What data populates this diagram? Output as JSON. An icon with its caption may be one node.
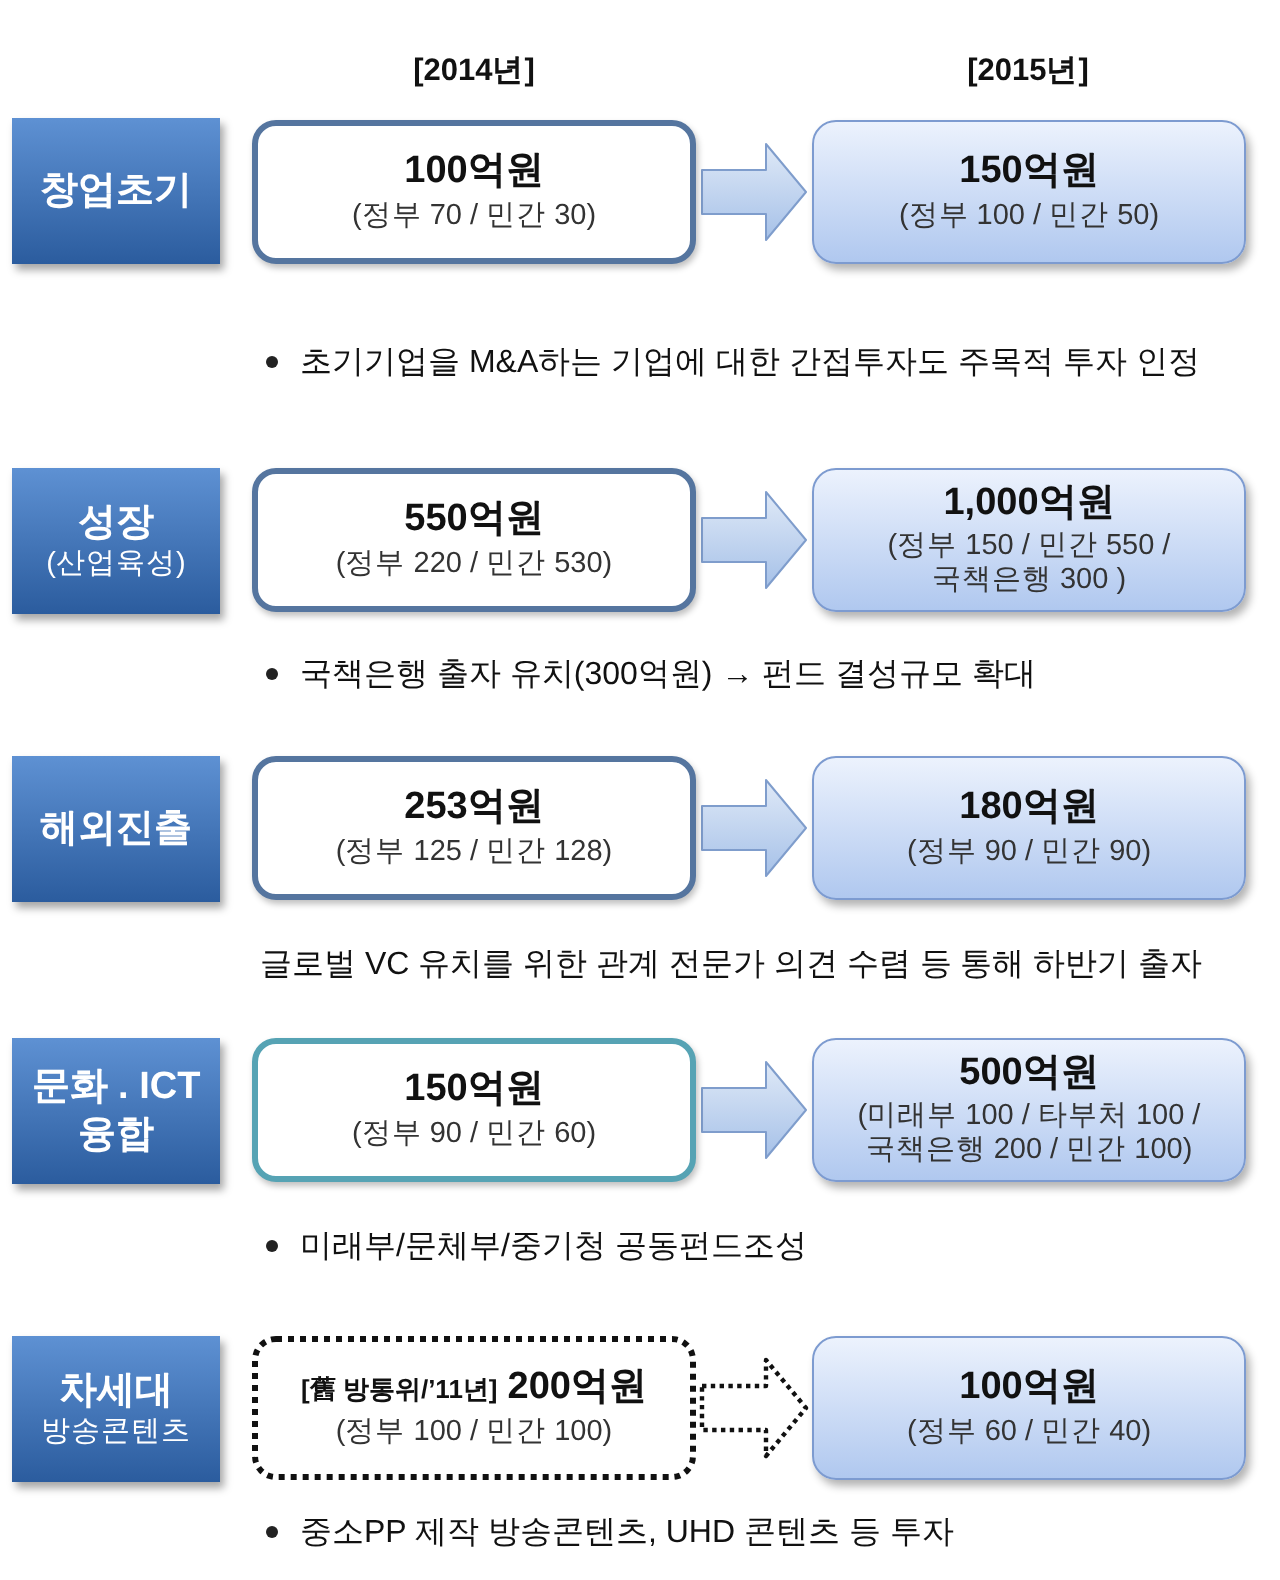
{
  "diagram": {
    "nodes": [
      {
        "text": [
          "창업초기"
        ]
      },
      {
        "text": [
          "100억원",
          "(정부 70 / 민간 30)"
        ]
      },
      {
        "text": [
          "150억원",
          "(정부 100 / 민간 50)"
        ]
      },
      {
        "text": [
          "성장",
          "(산업육성)"
        ]
      },
      {
        "text": [
          "550억원",
          "(정부 220 / 민간 530)"
        ]
      },
      {
        "text": [
          "1,000억원",
          "(정부 150 / 민간 550 / 국책은행 300 )"
        ]
      },
      {
        "text": [
          "해외진출"
        ]
      },
      {
        "text": [
          "253억원",
          "(정부 125 / 민간 128)"
        ]
      },
      {
        "text": [
          "180억원",
          "(정부 90 / 민간 90)"
        ]
      },
      {
        "text": [
          "문화 . ICT 융합"
        ]
      },
      {
        "text": [
          "150억원",
          "(정부 90 / 민간 60)"
        ]
      },
      {
        "text": [
          "500억원",
          "(미래부 100 / 타부처 100 / 국책은행 200 / 민간 100)"
        ]
      },
      {
        "text": [
          "차세대",
          "방송콘텐츠"
        ]
      },
      {
        "text": [
          "[舊 방통위/’11년]",
          "200억원",
          "(정부 100 / 민간 100)"
        ]
      },
      {
        "text": [
          "100억원",
          "(정부 60 / 민간 40)"
        ]
      }
    ],
    "edges": [
      {
        "from": 1,
        "to": 2,
        "arrow": "to"
      },
      {
        "from": 4,
        "to": 5,
        "arrow": "to"
      },
      {
        "from": 7,
        "to": 8,
        "arrow": "to"
      },
      {
        "from": 10,
        "to": 11,
        "arrow": "to"
      },
      {
        "from": 13,
        "to": 14,
        "arrow": "to",
        "style": "dashed"
      }
    ],
    "labels": [
      "[2014년]",
      "[2015년]",
      "초기기업을 M&A하는 기업에 대한 간접투자도 주목적 투자 인정",
      "국책은행 출자 유치(300억원) → 펀드 결성규모 확대",
      "글로벌 VC 유치를 위한 관계 전문가 의견 수렴 등 통해 하반기 출자",
      "미래부/문체부/중기청 공동펀드조성",
      "중소PP 제작 방송콘텐츠, UHD 콘텐츠 등 투자"
    ]
  }
}
